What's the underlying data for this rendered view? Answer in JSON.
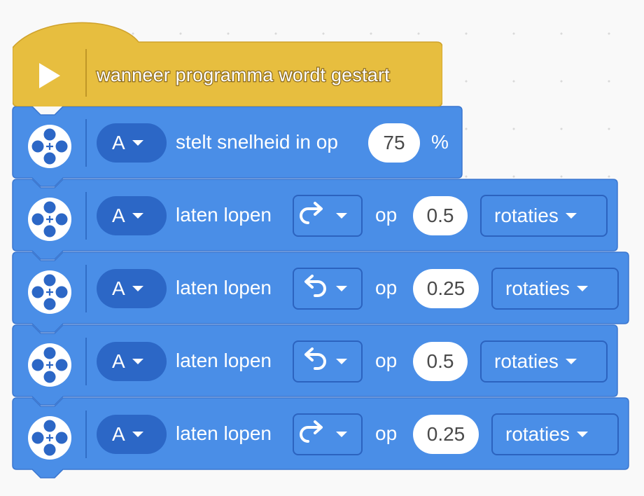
{
  "colors": {
    "event": "#e7be3f",
    "motor": "#4a8ee7",
    "motor_dark": "#2c67c6",
    "canvas": "#f9f9f9"
  },
  "event_block": {
    "label": "wanneer programma wordt gestart",
    "icon": "play-icon"
  },
  "speed_block": {
    "icon": "motor-icon",
    "port": "A",
    "text": "stelt snelheid in op",
    "value": "75",
    "unit": "%"
  },
  "run_blocks": [
    {
      "icon": "motor-icon",
      "port": "A",
      "text": "laten lopen",
      "direction_icon": "clockwise-arrow-icon",
      "op": "op",
      "value": "0.5",
      "unit": "rotaties"
    },
    {
      "icon": "motor-icon",
      "port": "A",
      "text": "laten lopen",
      "direction_icon": "counterclockwise-arrow-icon",
      "op": "op",
      "value": "0.25",
      "unit": "rotaties"
    },
    {
      "icon": "motor-icon",
      "port": "A",
      "text": "laten lopen",
      "direction_icon": "counterclockwise-arrow-icon",
      "op": "op",
      "value": "0.5",
      "unit": "rotaties"
    },
    {
      "icon": "motor-icon",
      "port": "A",
      "text": "laten lopen",
      "direction_icon": "clockwise-arrow-icon",
      "op": "op",
      "value": "0.25",
      "unit": "rotaties"
    }
  ]
}
